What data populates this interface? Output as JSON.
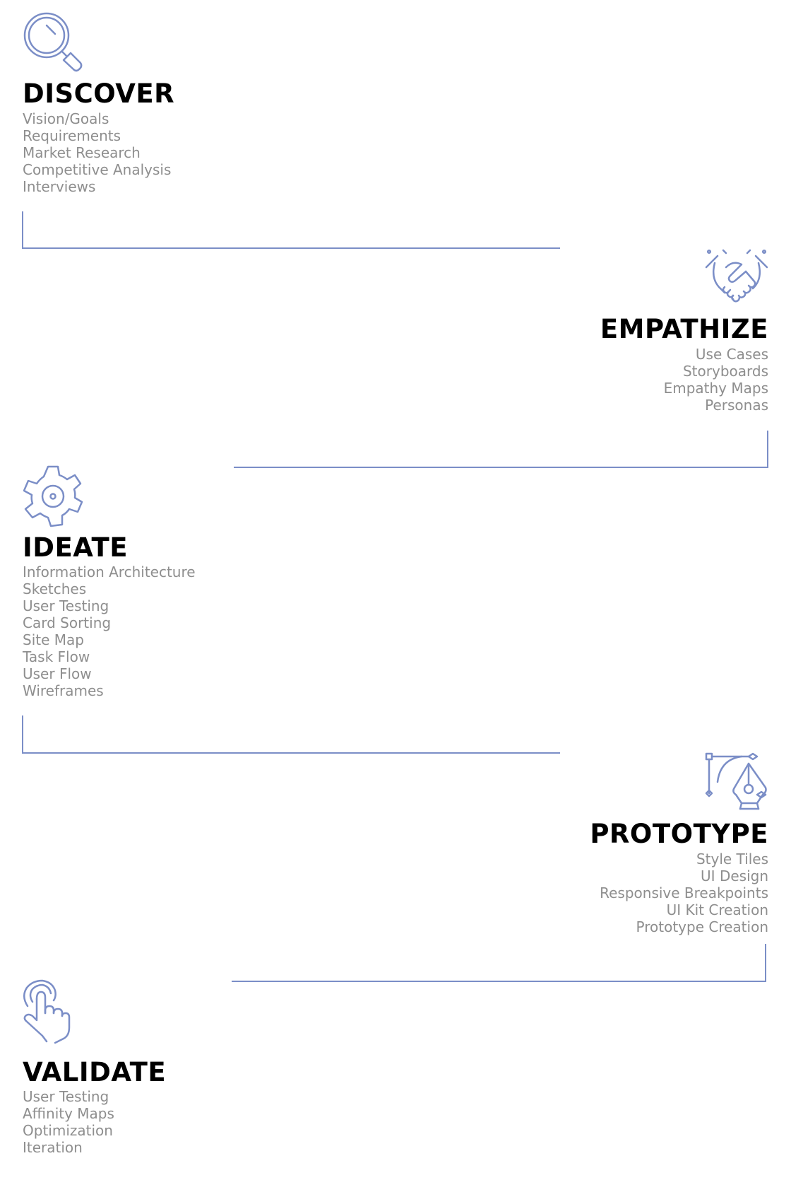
{
  "colors": {
    "accent": "#7b8ec7",
    "title": "#000000",
    "item_text": "#8e8e8e",
    "background": "#ffffff"
  },
  "steps": [
    {
      "title": "DISCOVER",
      "icon": "magnifier-icon",
      "items": [
        "Vision/Goals",
        "Requirements",
        "Market Research",
        "Competitive Analysis",
        "Interviews"
      ]
    },
    {
      "title": "EMPATHIZE",
      "icon": "handshake-icon",
      "items": [
        "Use Cases",
        "Storyboards",
        "Empathy Maps",
        "Personas"
      ]
    },
    {
      "title": "IDEATE",
      "icon": "gear-icon",
      "items": [
        "Information Architecture",
        "Sketches",
        "User Testing",
        "Card Sorting",
        "Site Map",
        "Task Flow",
        "User Flow",
        "Wireframes"
      ]
    },
    {
      "title": "PROTOTYPE",
      "icon": "pen-tool-icon",
      "items": [
        "Style Tiles",
        "UI Design",
        "Responsive Breakpoints",
        "UI Kit Creation",
        "Prototype Creation"
      ]
    },
    {
      "title": "VALIDATE",
      "icon": "touch-hand-icon",
      "items": [
        "User Testing",
        "Affinity Maps",
        "Optimization",
        "Iteration"
      ]
    }
  ]
}
